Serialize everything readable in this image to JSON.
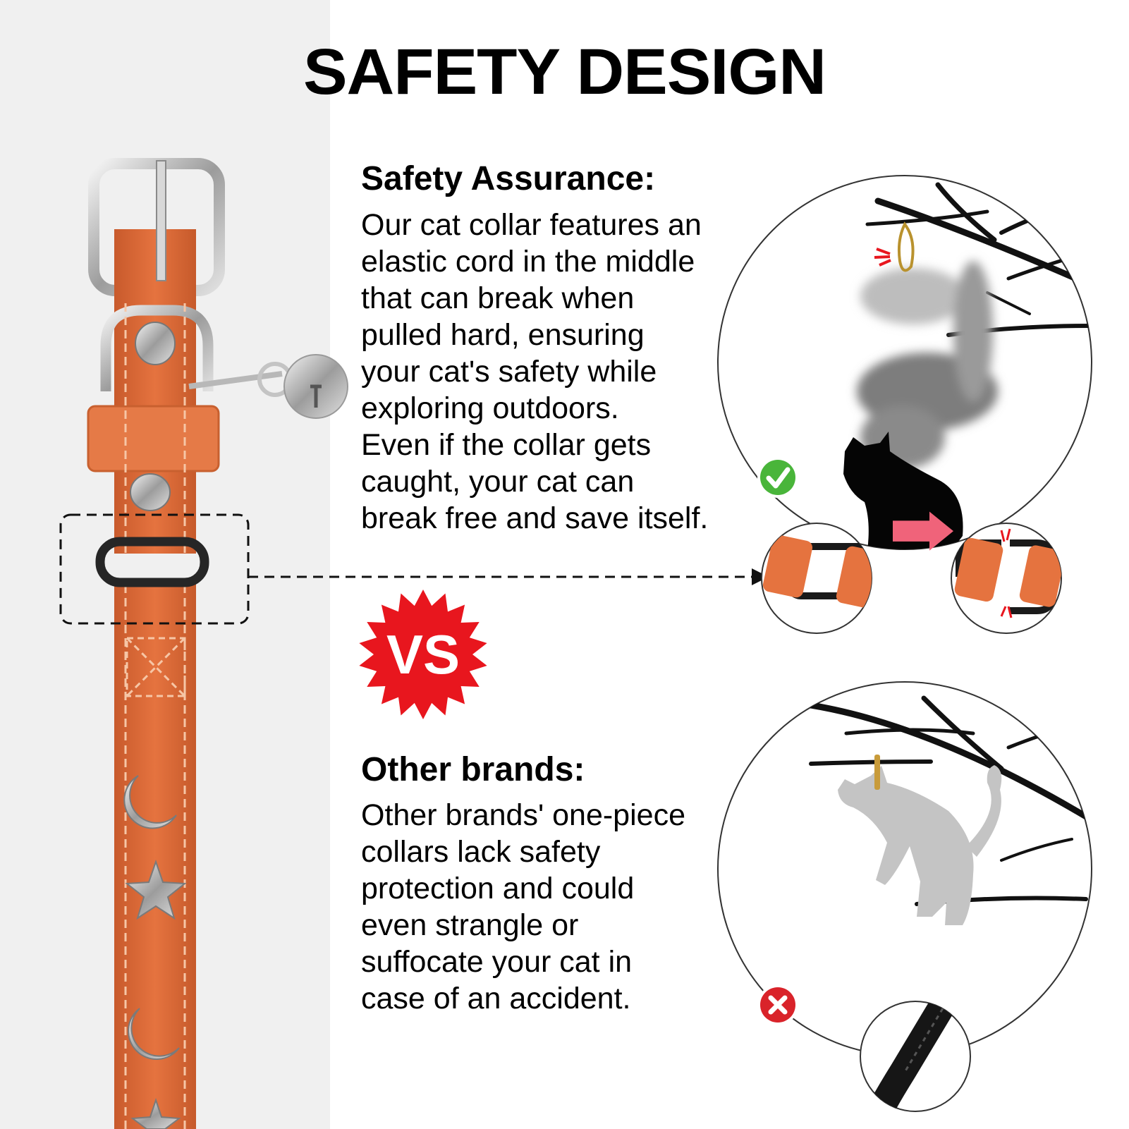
{
  "title": "SAFETY DESIGN",
  "safety": {
    "heading": "Safety Assurance:",
    "body": "Our cat collar features an\nelastic cord in the middle\nthat can break when\npulled hard, ensuring\nyour cat's safety while\nexploring outdoors.\nEven if the collar gets\ncaught, your cat can\nbreak free and save itself."
  },
  "vs_label": "VS",
  "other": {
    "heading": "Other brands:",
    "body": "Other brands' one-piece\ncollars lack safety\nprotection and could\neven strangle or\nsuffocate your cat in\ncase of an accident."
  },
  "colors": {
    "collar_orange": "#e2703f",
    "stitch": "#f6c6a6",
    "vs_red": "#e8161e",
    "check_green": "#49b53a",
    "cross_red": "#d9232a",
    "arrow_pink": "#f0637a",
    "left_panel_bg": "#f0f0f0"
  },
  "icons": [
    "check-icon",
    "cross-icon",
    "vs-burst-icon",
    "bell-icon",
    "arrow-right-icon"
  ]
}
